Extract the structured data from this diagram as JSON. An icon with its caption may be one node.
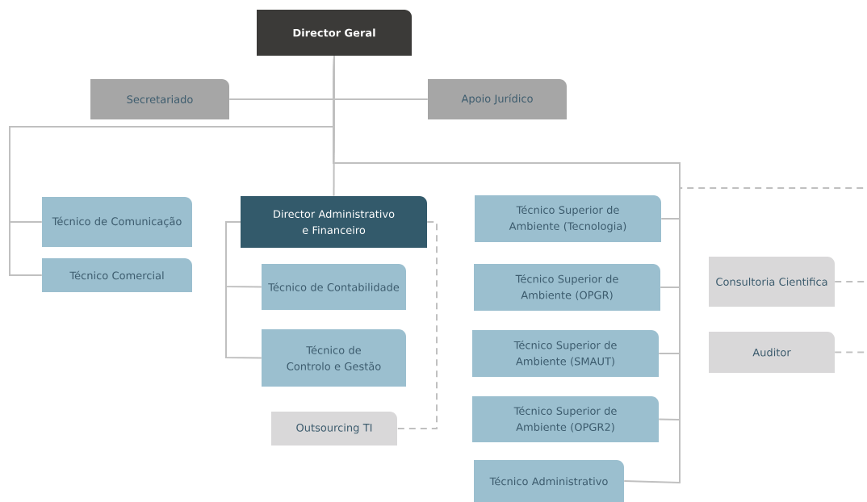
{
  "diagram": {
    "nodes": [
      {
        "text": [
          "Director Geral"
        ]
      },
      {
        "text": [
          "Secretariado"
        ]
      },
      {
        "text": [
          "Apoio Jurídico"
        ]
      },
      {
        "text": [
          "Técnico de Comunicação"
        ]
      },
      {
        "text": [
          "Técnico Comercial"
        ]
      },
      {
        "text": [
          "Director Administrativo e Financeiro"
        ]
      },
      {
        "text": [
          "Técnico de Contabilidade"
        ]
      },
      {
        "text": [
          "Técnico de Controlo e Gestão"
        ]
      },
      {
        "text": [
          "Outsourcing TI"
        ]
      },
      {
        "text": [
          "Técnico Superior de Ambiente (Tecnologia)"
        ]
      },
      {
        "text": [
          "Técnico Superior de Ambiente (OPGR)"
        ]
      },
      {
        "text": [
          "Técnico Superior de Ambiente (SMAUT)"
        ]
      },
      {
        "text": [
          "Técnico Superior de Ambiente (OPGR2)"
        ]
      },
      {
        "text": [
          "Técnico Administrativo"
        ]
      },
      {
        "text": [
          "Consultoria Cientifica"
        ]
      },
      {
        "text": [
          "Auditor"
        ]
      }
    ],
    "edges": [
      {
        "from": 0,
        "to": 1,
        "arrow": "none"
      },
      {
        "from": 0,
        "to": 2,
        "arrow": "none"
      },
      {
        "from": 0,
        "to": 3,
        "arrow": "none"
      },
      {
        "from": 0,
        "to": 4,
        "arrow": "none"
      },
      {
        "from": 0,
        "to": 5,
        "arrow": "none"
      },
      {
        "from": 0,
        "to": 9,
        "arrow": "none"
      },
      {
        "from": 0,
        "to": 10,
        "arrow": "none"
      },
      {
        "from": 0,
        "to": 11,
        "arrow": "none"
      },
      {
        "from": 0,
        "to": 12,
        "arrow": "none"
      },
      {
        "from": 0,
        "to": 13,
        "arrow": "none"
      },
      {
        "from": 0,
        "to": null,
        "arrow": "none",
        "style": "dashed"
      },
      {
        "from": 5,
        "to": 6,
        "arrow": "none"
      },
      {
        "from": 5,
        "to": 7,
        "arrow": "none"
      },
      {
        "from": 5,
        "to": 8,
        "arrow": "none",
        "style": "dashed"
      },
      {
        "from": 14,
        "to": null,
        "arrow": "none",
        "style": "dashed"
      },
      {
        "from": 15,
        "to": null,
        "arrow": "none",
        "style": "dashed"
      }
    ]
  }
}
